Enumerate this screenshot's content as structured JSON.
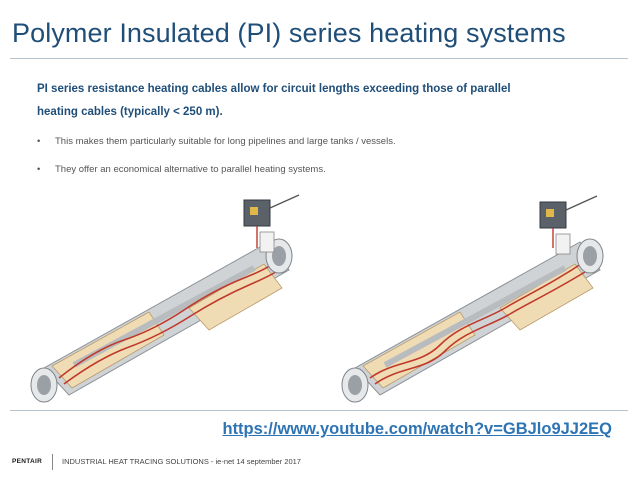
{
  "slide": {
    "title": "Polymer Insulated (PI) series heating systems",
    "lead_line1": "PI series resistance heating cables allow for circuit lengths exceeding those of parallel",
    "lead_line2": "heating cables (typically < 250 m).",
    "bullets": [
      "This makes them particularly suitable for long pipelines and large tanks / vessels.",
      "They offer an economical alternative to parallel heating systems."
    ],
    "link": "https://www.youtube.com/watch?v=GBJlo9JJ2EQ"
  },
  "footer": {
    "logo": "PENTAIR",
    "text": "INDUSTRIAL HEAT TRACING SOLUTIONS - ie-net 14 september 2017"
  },
  "colors": {
    "title": "#1f4e79",
    "link": "#2e74b5",
    "cable": "#c0392b",
    "insulation": "#f0dcb4",
    "pipe": "#b9bcbf",
    "jacket": "#dcdfe2"
  },
  "illustrations": [
    {
      "name": "pi-series-cutaway-pipe-left",
      "icon": "heat-traced-pipe-illustration"
    },
    {
      "name": "pi-series-cutaway-pipe-right",
      "icon": "heat-traced-pipe-illustration"
    }
  ]
}
